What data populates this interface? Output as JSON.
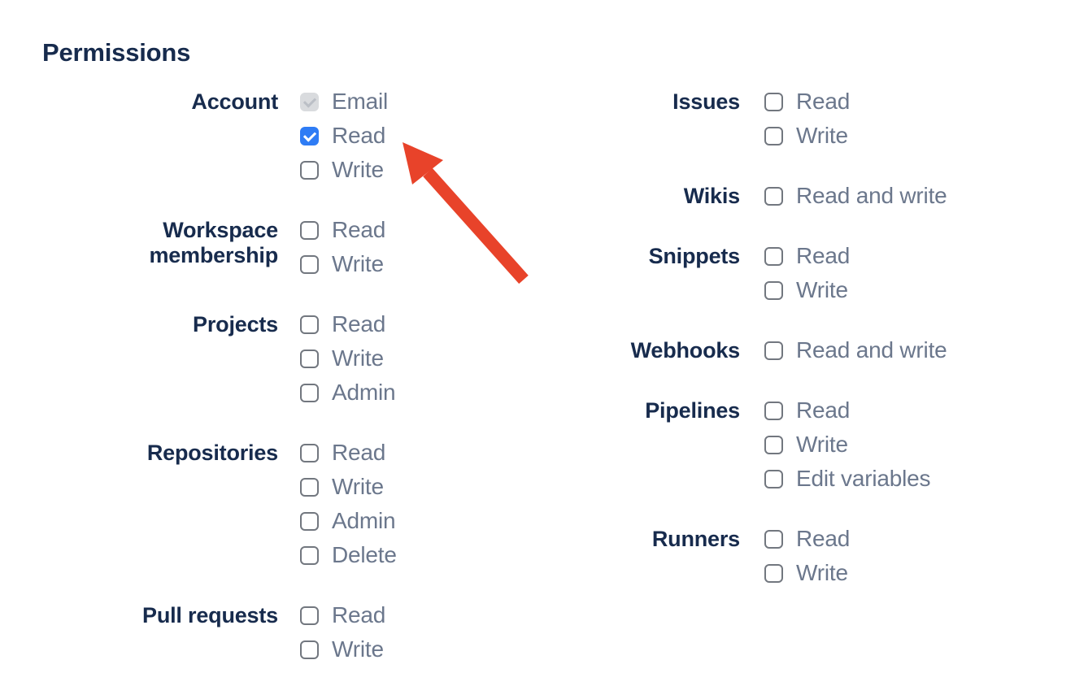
{
  "page": {
    "title": "Permissions"
  },
  "colors": {
    "heading_navy": "#172B4D",
    "option_label_gray": "#6B778C",
    "checkbox_checked_blue": "#2E7CF5",
    "checkbox_border_gray": "#72777F",
    "checkbox_disabled_bg": "#D9DBDE",
    "checkbox_disabled_check": "#BBBFC6",
    "annotation_arrow_red": "#E8432A"
  },
  "permissions": {
    "columns": [
      {
        "groups": [
          {
            "label": "Account",
            "options": [
              {
                "label": "Email",
                "checked": true,
                "disabled": true
              },
              {
                "label": "Read",
                "checked": true,
                "disabled": false
              },
              {
                "label": "Write",
                "checked": false,
                "disabled": false
              }
            ]
          },
          {
            "label": "Workspace membership",
            "options": [
              {
                "label": "Read",
                "checked": false,
                "disabled": false
              },
              {
                "label": "Write",
                "checked": false,
                "disabled": false
              }
            ]
          },
          {
            "label": "Projects",
            "options": [
              {
                "label": "Read",
                "checked": false,
                "disabled": false
              },
              {
                "label": "Write",
                "checked": false,
                "disabled": false
              },
              {
                "label": "Admin",
                "checked": false,
                "disabled": false
              }
            ]
          },
          {
            "label": "Repositories",
            "options": [
              {
                "label": "Read",
                "checked": false,
                "disabled": false
              },
              {
                "label": "Write",
                "checked": false,
                "disabled": false
              },
              {
                "label": "Admin",
                "checked": false,
                "disabled": false
              },
              {
                "label": "Delete",
                "checked": false,
                "disabled": false
              }
            ]
          },
          {
            "label": "Pull requests",
            "options": [
              {
                "label": "Read",
                "checked": false,
                "disabled": false
              },
              {
                "label": "Write",
                "checked": false,
                "disabled": false
              }
            ]
          }
        ]
      },
      {
        "groups": [
          {
            "label": "Issues",
            "options": [
              {
                "label": "Read",
                "checked": false,
                "disabled": false
              },
              {
                "label": "Write",
                "checked": false,
                "disabled": false
              }
            ]
          },
          {
            "label": "Wikis",
            "options": [
              {
                "label": "Read and write",
                "checked": false,
                "disabled": false
              }
            ]
          },
          {
            "label": "Snippets",
            "options": [
              {
                "label": "Read",
                "checked": false,
                "disabled": false
              },
              {
                "label": "Write",
                "checked": false,
                "disabled": false
              }
            ]
          },
          {
            "label": "Webhooks",
            "options": [
              {
                "label": "Read and write",
                "checked": false,
                "disabled": false
              }
            ]
          },
          {
            "label": "Pipelines",
            "options": [
              {
                "label": "Read",
                "checked": false,
                "disabled": false
              },
              {
                "label": "Write",
                "checked": false,
                "disabled": false
              },
              {
                "label": "Edit variables",
                "checked": false,
                "disabled": false
              }
            ]
          },
          {
            "label": "Runners",
            "options": [
              {
                "label": "Read",
                "checked": false,
                "disabled": false
              },
              {
                "label": "Write",
                "checked": false,
                "disabled": false
              }
            ]
          }
        ]
      }
    ]
  }
}
